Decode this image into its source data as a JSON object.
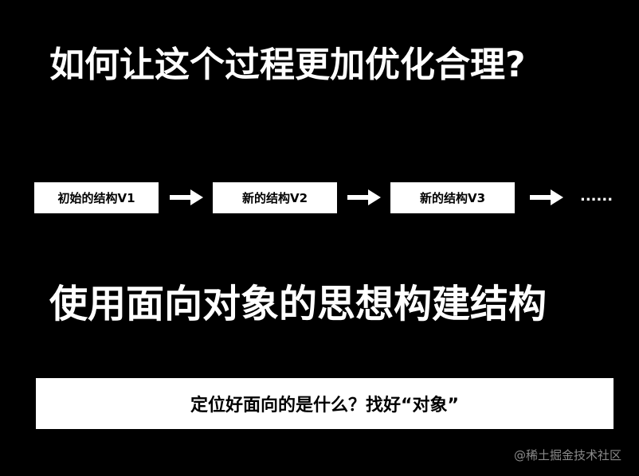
{
  "title": "如何让这个过程更加优化合理?",
  "flow": {
    "boxes": [
      "初始的结构V1",
      "新的结构V2",
      "新的结构V3"
    ],
    "ellipsis": "......"
  },
  "subtitle": "使用面向对象的思想构建结构",
  "question": "定位好面向的是什么？找好“对象”",
  "watermark": "@稀土掘金技术社区",
  "colors": {
    "background": "#000000",
    "text": "#ffffff",
    "box": "#ffffff",
    "box_text": "#000000",
    "watermark": "#8a8a8a"
  }
}
